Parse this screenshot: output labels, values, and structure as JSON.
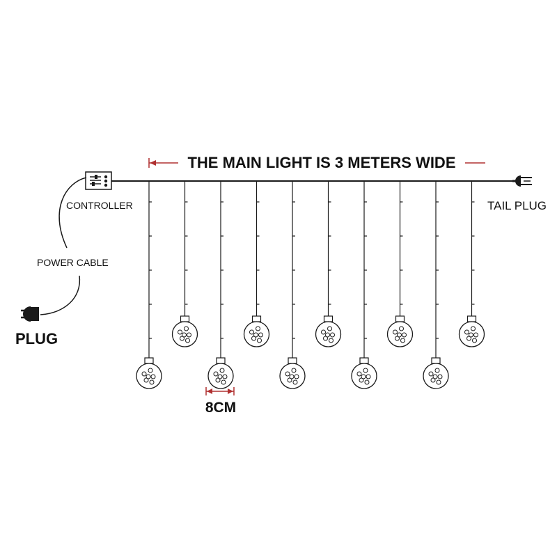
{
  "labels": {
    "title": "THE MAIN LIGHT IS 3 METERS WIDE",
    "controller": "CONTROLLER",
    "tail_plug": "TAIL PLUG",
    "power_cable": "POWER CABLE",
    "plug": "PLUG",
    "ball_size": "8CM"
  },
  "strands": [
    {
      "ball": "low"
    },
    {
      "ball": "high"
    },
    {
      "ball": "low"
    },
    {
      "ball": "high"
    },
    {
      "ball": "low"
    },
    {
      "ball": "high"
    },
    {
      "ball": "low"
    },
    {
      "ball": "high"
    },
    {
      "ball": "low"
    },
    {
      "ball": "high"
    }
  ],
  "colors": {
    "line": "#1a1a1a",
    "dimension_arrow": "#b03030",
    "text": "#111111"
  }
}
